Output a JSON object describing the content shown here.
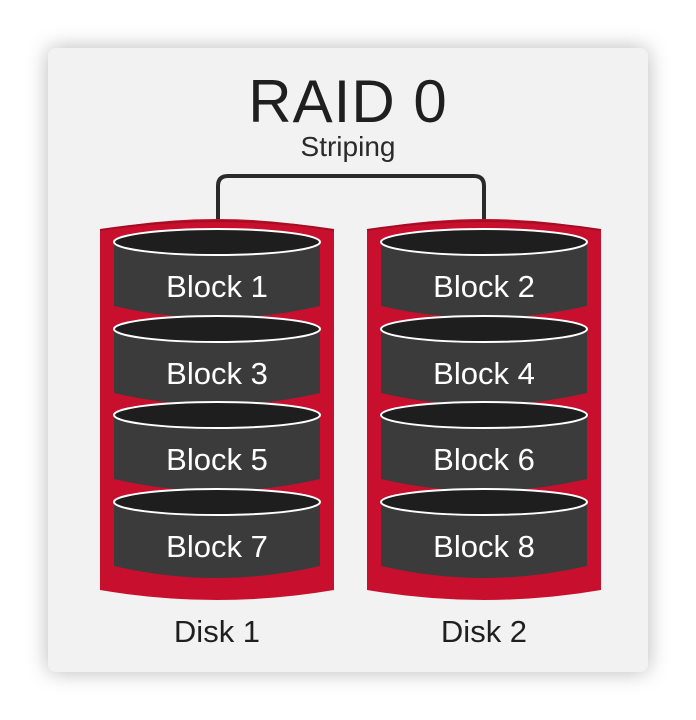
{
  "title": "RAID 0",
  "subtitle": "Striping",
  "colors": {
    "card_background": "#f2f2f2",
    "disk_red": "#c8102e",
    "block_dark": "#3b3b3b",
    "block_top": "#1e1e1e",
    "connector": "#2a2a2a"
  },
  "disks": [
    {
      "label": "Disk 1",
      "blocks": [
        "Block 1",
        "Block 3",
        "Block 5",
        "Block 7"
      ]
    },
    {
      "label": "Disk 2",
      "blocks": [
        "Block 2",
        "Block 4",
        "Block 6",
        "Block 8"
      ]
    }
  ]
}
